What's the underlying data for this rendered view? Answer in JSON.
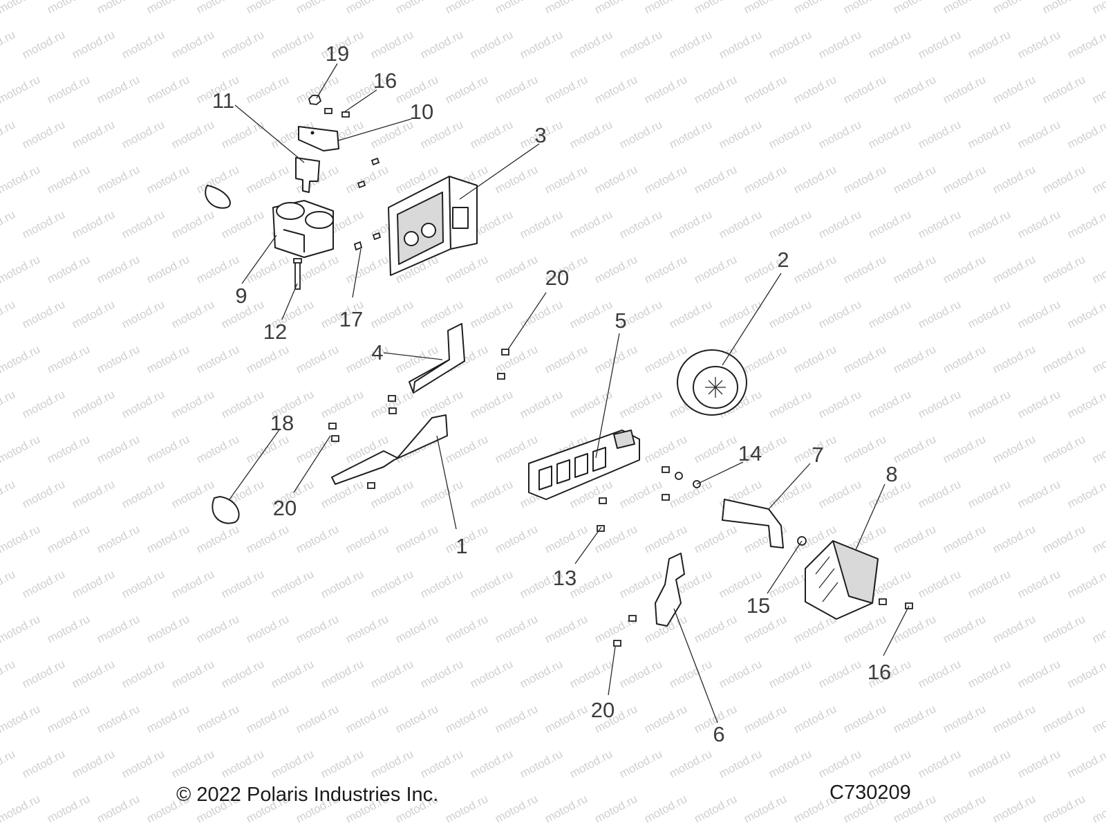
{
  "watermark": "motod.ru",
  "footer": {
    "copyright": "© 2022 Polaris Industries Inc.",
    "diagram_code": "C730209"
  },
  "callouts": [
    {
      "id": "c1",
      "label": "1"
    },
    {
      "id": "c2",
      "label": "2"
    },
    {
      "id": "c3",
      "label": "3"
    },
    {
      "id": "c4",
      "label": "4"
    },
    {
      "id": "c5",
      "label": "5"
    },
    {
      "id": "c6",
      "label": "6"
    },
    {
      "id": "c7",
      "label": "7"
    },
    {
      "id": "c8",
      "label": "8"
    },
    {
      "id": "c9",
      "label": "9"
    },
    {
      "id": "c10",
      "label": "10"
    },
    {
      "id": "c11",
      "label": "11"
    },
    {
      "id": "c12",
      "label": "12"
    },
    {
      "id": "c13",
      "label": "13"
    },
    {
      "id": "c14",
      "label": "14"
    },
    {
      "id": "c15",
      "label": "15"
    },
    {
      "id": "c16a",
      "label": "16"
    },
    {
      "id": "c16b",
      "label": "16"
    },
    {
      "id": "c17",
      "label": "17"
    },
    {
      "id": "c18",
      "label": "18"
    },
    {
      "id": "c19",
      "label": "19"
    },
    {
      "id": "c20a",
      "label": "20"
    },
    {
      "id": "c20b",
      "label": "20"
    },
    {
      "id": "c20c",
      "label": "20"
    }
  ]
}
